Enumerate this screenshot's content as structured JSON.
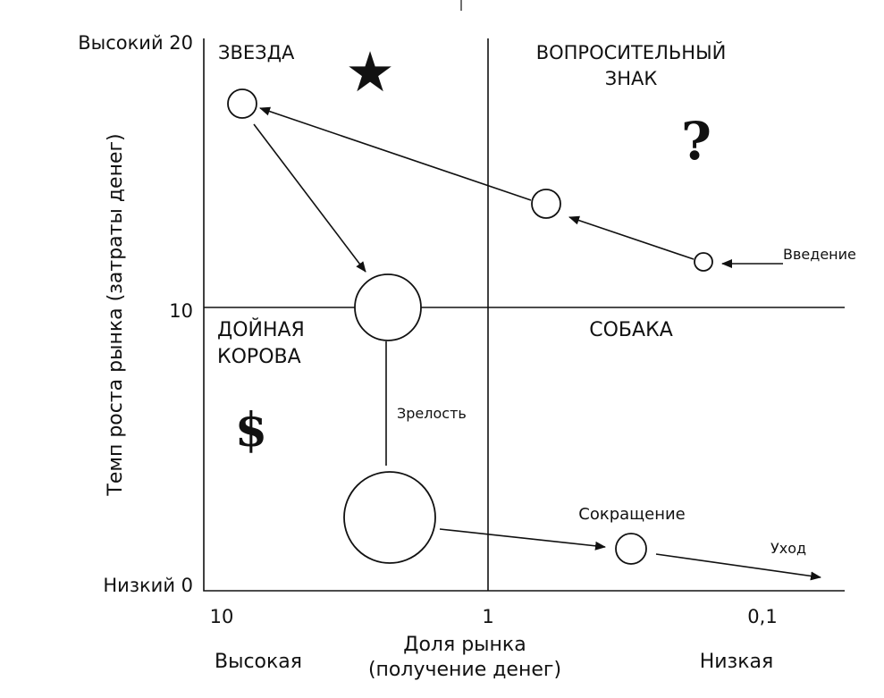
{
  "axes": {
    "y": {
      "title": "Темп роста рынка (затраты денег)",
      "ticks": [
        {
          "label": "Высокий 20",
          "value": 20
        },
        {
          "label": "10",
          "value": 10
        },
        {
          "label": "Низкий 0",
          "value": 0
        }
      ]
    },
    "x": {
      "title_line1": "Доля рынка",
      "title_line2": "(получение денег)",
      "ticks": [
        {
          "label": "10",
          "value": 10
        },
        {
          "label": "1",
          "value": 1
        },
        {
          "label": "0,1",
          "value": 0.1
        }
      ],
      "end_labels": {
        "left": "Высокая",
        "right": "Низкая"
      },
      "scale": "log",
      "reversed": true
    }
  },
  "quadrants": {
    "star": {
      "label": "ЗВЕЗДА",
      "symbol": "★"
    },
    "question": {
      "label_line1": "ВОПРОСИТЕЛЬНЫЙ",
      "label_line2": "ЗНАК",
      "symbol": "?"
    },
    "cow": {
      "label_line1": "ДОЙНАЯ",
      "label_line2": "КОРОВА",
      "symbol": "$"
    },
    "dog": {
      "label": "СОБАКА"
    }
  },
  "stages": {
    "introduction": "Введение",
    "maturity": "Зрелость",
    "decline": "Сокращение",
    "exit": "Уход"
  },
  "style": {
    "ink": "#111111",
    "background": "#ffffff"
  }
}
